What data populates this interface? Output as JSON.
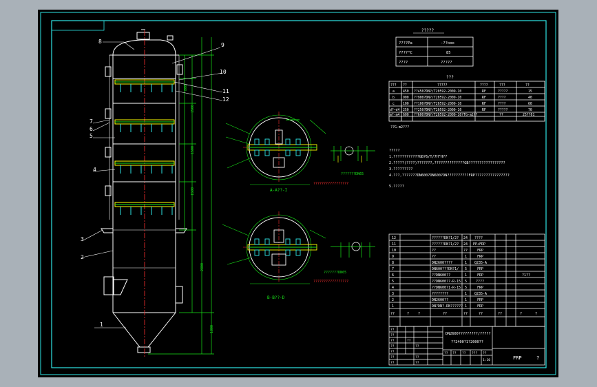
{
  "colors": {
    "border": "#2ee6e6",
    "vessel": "#ffffff",
    "green": "#19e619",
    "yellow": "#ffff00",
    "red": "#ff3030",
    "dim": "#17c617"
  },
  "labels": {
    "part_numbers": [
      "8",
      "9",
      "10",
      "11",
      "12",
      "7",
      "6",
      "5",
      "4",
      "3",
      "2",
      "1"
    ],
    "section_a": "A-A??-I",
    "section_b": "B-B??-D",
    "section_a_note": "???????DN65",
    "section_b_note": "???????DN65",
    "section_a_sub": "?????????????????",
    "section_b_sub": "?????????????????"
  },
  "design_table": {
    "title": "?????",
    "rows": [
      [
        "????Pa",
        "-??ooo"
      ],
      [
        "????°C",
        "85"
      ],
      [
        "????",
        "?????"
      ]
    ]
  },
  "nozzle_table": {
    "title": "???",
    "headers": [
      "???",
      "??",
      "?????",
      "????",
      "???",
      "??",
      "???"
    ],
    "rows": [
      [
        "a",
        "450",
        "??450?DN?/T20592-2009-10",
        "RF",
        "?????",
        "15"
      ],
      [
        "b",
        "900",
        "??900?DN?/T20592-2009-10",
        "RF",
        "????",
        "40"
      ],
      [
        "c",
        "100",
        "??100?DN?/T20592-2009-10",
        "RF",
        "????",
        "60"
      ],
      [
        "d?~d4",
        "250",
        "??250?DN?/T20592-2009-10",
        "RF",
        "?????",
        "70"
      ],
      [
        "m?-m4",
        "600",
        "??600?DN?/T20592-2009-10?TG-m2??",
        "",
        "??",
        "25??01"
      ]
    ],
    "footnote": "??G-m2???"
  },
  "notes": {
    "title": "?????",
    "lines": [
      "1.????????????GB?6/T/7H^H??",
      "2.?????(????)???????,??????????????GB?????????????????",
      "3.?????????",
      "4.???,???????DN600?DN600?DN??????????FRP????????????????",
      "5.?????"
    ]
  },
  "parts_list": {
    "rows": [
      [
        "12",
        "??????DN?1/2?",
        "24",
        "????",
        ""
      ],
      [
        "11",
        "??????DN?1/2?",
        "24",
        "PP+FRP",
        ""
      ],
      [
        "10",
        "??",
        "??",
        "FRP",
        ""
      ],
      [
        "9",
        "??",
        "1",
        "FRP",
        ""
      ],
      [
        "8",
        "DN2600????",
        "1",
        "Q235-A",
        ""
      ],
      [
        "7",
        "DN600???DN?1/",
        "5",
        "FRP",
        ""
      ],
      [
        "6",
        "??DN600??",
        "1",
        "FRP",
        "?1??"
      ],
      [
        "5",
        "??DN600??-R-15",
        "5",
        "????",
        ""
      ],
      [
        "4",
        "??DN600?1-R-15",
        "5",
        "FRP",
        ""
      ],
      [
        "3",
        "????????",
        "1",
        "Q235-A",
        ""
      ],
      [
        "2",
        "DN2600??",
        "1",
        "FRP",
        ""
      ],
      [
        "1",
        "DN?DN?-DN??????",
        "1",
        "FRP",
        ""
      ]
    ],
    "header": [
      "??",
      "?",
      "?",
      "??",
      "??",
      "??",
      "??",
      "?",
      "?"
    ]
  },
  "title_block": {
    "main_title": "DN2600?????????/?????",
    "subtitle": "??2400?1?2000??",
    "material": "FRP",
    "sheet": "?",
    "labels": [
      "??",
      "??",
      "??",
      "??",
      "??",
      "??",
      "??",
      "??",
      "??",
      "??",
      "??"
    ],
    "scale_cells": [
      "??",
      "??",
      "??",
      "???",
      "??"
    ],
    "ratio": "1:10"
  }
}
